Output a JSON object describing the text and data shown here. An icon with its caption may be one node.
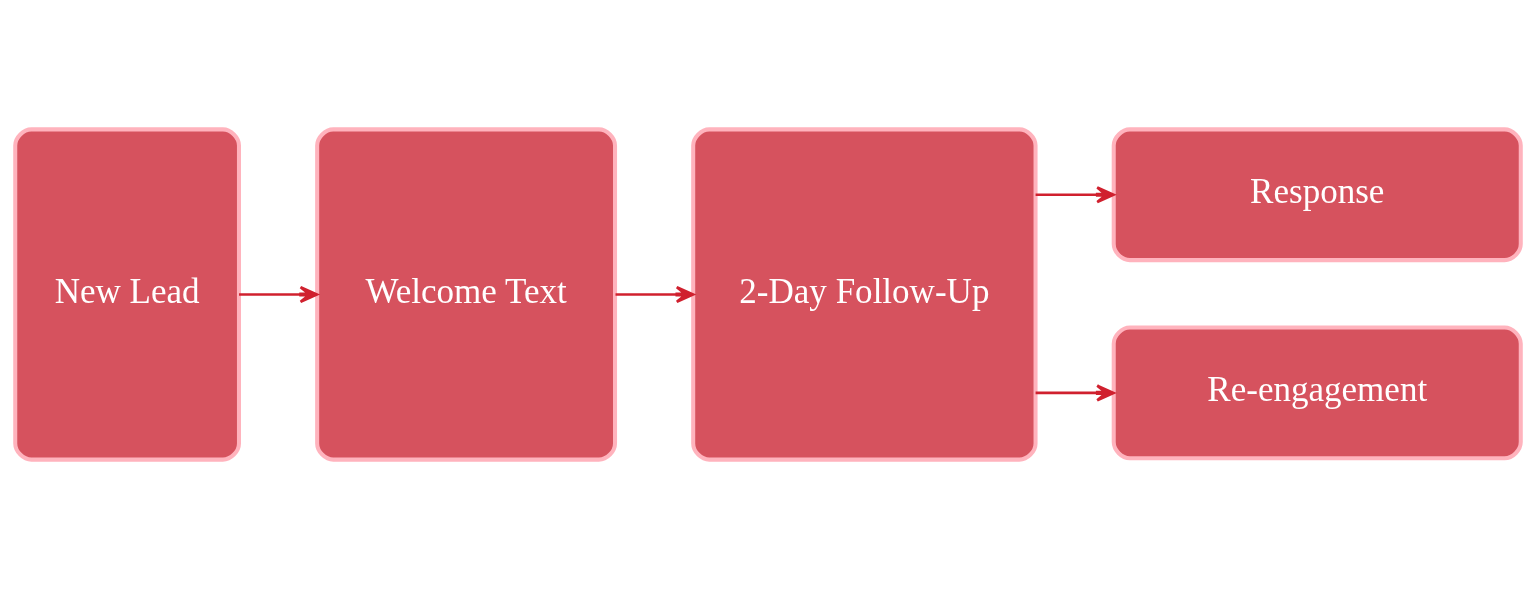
{
  "diagram": {
    "nodes": [
      {
        "text": [
          "New Lead"
        ]
      },
      {
        "text": [
          "Welcome Text"
        ]
      },
      {
        "text": [
          "2-Day Follow-Up"
        ]
      },
      {
        "text": [
          "Response"
        ]
      },
      {
        "text": [
          "Re-engagement"
        ]
      }
    ],
    "edges": [
      {
        "from": 0,
        "to": 1,
        "arrow": "to"
      },
      {
        "from": 1,
        "to": 2,
        "arrow": "to"
      },
      {
        "from": 2,
        "to": 3,
        "arrow": "to"
      },
      {
        "from": 2,
        "to": 4,
        "arrow": "to"
      }
    ]
  }
}
